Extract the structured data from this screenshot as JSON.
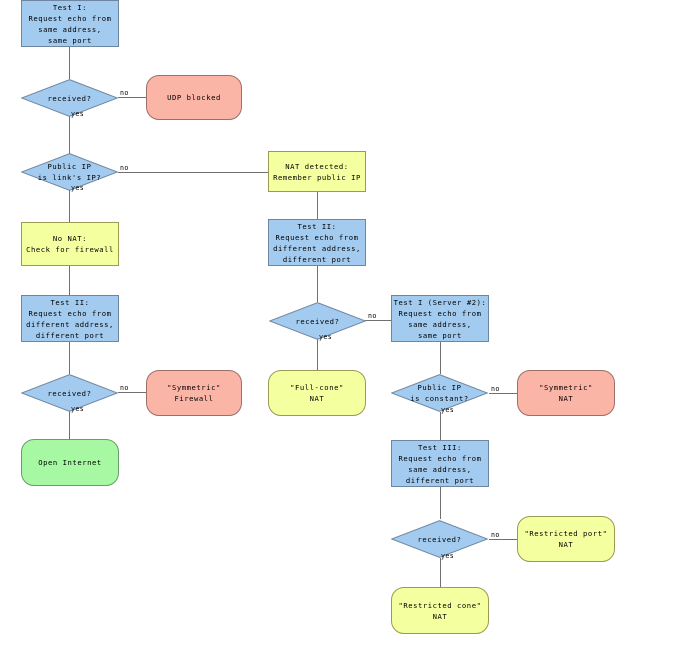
{
  "diagram": {
    "title": "STUN NAT type detection flowchart",
    "palette": {
      "process_blue": "#a3cbef",
      "state_yellow": "#f4ffa0",
      "terminal_red": "#fbb5a6",
      "terminal_green": "#a6f9a2",
      "connector": "#707070",
      "text": "#000000",
      "background": "#ffffff"
    },
    "nodes": [
      {
        "id": "test1",
        "shape": "rectangle",
        "color": "process_blue",
        "text": "Test I:\nRequest echo from\nsame address,\nsame port"
      },
      {
        "id": "recv1",
        "shape": "diamond",
        "color": "process_blue",
        "text": "received?"
      },
      {
        "id": "udp_blocked",
        "shape": "rounded",
        "color": "terminal_red",
        "text": "UDP blocked"
      },
      {
        "id": "public_is_link",
        "shape": "diamond",
        "color": "process_blue",
        "text": "Public IP\nis link's IP?"
      },
      {
        "id": "no_nat",
        "shape": "rectangle",
        "color": "state_yellow",
        "text": "No NAT:\nCheck for firewall"
      },
      {
        "id": "test2_left",
        "shape": "rectangle",
        "color": "process_blue",
        "text": "Test II:\nRequest echo from\ndifferent address,\ndifferent port"
      },
      {
        "id": "recv2_left",
        "shape": "diamond",
        "color": "process_blue",
        "text": "received?"
      },
      {
        "id": "sym_firewall",
        "shape": "rounded",
        "color": "terminal_red",
        "text": "\"Symmetric\"\nFirewall"
      },
      {
        "id": "open_internet",
        "shape": "rounded",
        "color": "terminal_green",
        "text": "Open Internet"
      },
      {
        "id": "nat_detected",
        "shape": "rectangle",
        "color": "state_yellow",
        "text": "NAT detected:\nRemember public IP"
      },
      {
        "id": "test2_mid",
        "shape": "rectangle",
        "color": "process_blue",
        "text": "Test II:\nRequest echo from\ndifferent address,\ndifferent port"
      },
      {
        "id": "recv2_mid",
        "shape": "diamond",
        "color": "process_blue",
        "text": "received?"
      },
      {
        "id": "full_cone",
        "shape": "rounded",
        "color": "state_yellow",
        "text": "\"Full-cone\"\nNAT"
      },
      {
        "id": "test1_srv2",
        "shape": "rectangle",
        "color": "process_blue",
        "text": "Test I (Server #2):\nRequest echo from\nsame address,\nsame port"
      },
      {
        "id": "public_const",
        "shape": "diamond",
        "color": "process_blue",
        "text": "Public IP\nis constant?"
      },
      {
        "id": "sym_nat",
        "shape": "rounded",
        "color": "terminal_red",
        "text": "\"Symmetric\"\nNAT"
      },
      {
        "id": "test3",
        "shape": "rectangle",
        "color": "process_blue",
        "text": "Test III:\nRequest echo from\nsame address,\ndifferent port"
      },
      {
        "id": "recv3",
        "shape": "diamond",
        "color": "process_blue",
        "text": "received?"
      },
      {
        "id": "restricted_port",
        "shape": "rounded",
        "color": "state_yellow",
        "text": "\"Restricted port\"\nNAT"
      },
      {
        "id": "restricted_cone",
        "shape": "rounded",
        "color": "state_yellow",
        "text": "\"Restricted cone\"\nNAT"
      }
    ],
    "edges": [
      {
        "from": "test1",
        "to": "recv1",
        "label": ""
      },
      {
        "from": "recv1",
        "to": "udp_blocked",
        "label": "no"
      },
      {
        "from": "recv1",
        "to": "public_is_link",
        "label": "yes"
      },
      {
        "from": "public_is_link",
        "to": "nat_detected",
        "label": "no"
      },
      {
        "from": "public_is_link",
        "to": "no_nat",
        "label": "yes"
      },
      {
        "from": "no_nat",
        "to": "test2_left",
        "label": ""
      },
      {
        "from": "test2_left",
        "to": "recv2_left",
        "label": ""
      },
      {
        "from": "recv2_left",
        "to": "sym_firewall",
        "label": "no"
      },
      {
        "from": "recv2_left",
        "to": "open_internet",
        "label": "yes"
      },
      {
        "from": "nat_detected",
        "to": "test2_mid",
        "label": ""
      },
      {
        "from": "test2_mid",
        "to": "recv2_mid",
        "label": ""
      },
      {
        "from": "recv2_mid",
        "to": "test1_srv2",
        "label": "no"
      },
      {
        "from": "recv2_mid",
        "to": "full_cone",
        "label": "yes"
      },
      {
        "from": "test1_srv2",
        "to": "public_const",
        "label": ""
      },
      {
        "from": "public_const",
        "to": "sym_nat",
        "label": "no"
      },
      {
        "from": "public_const",
        "to": "test3",
        "label": "yes"
      },
      {
        "from": "test3",
        "to": "recv3",
        "label": ""
      },
      {
        "from": "recv3",
        "to": "restricted_port",
        "label": "no"
      },
      {
        "from": "recv3",
        "to": "restricted_cone",
        "label": "yes"
      }
    ],
    "edge_labels": {
      "no": "no",
      "yes": "yes"
    }
  }
}
